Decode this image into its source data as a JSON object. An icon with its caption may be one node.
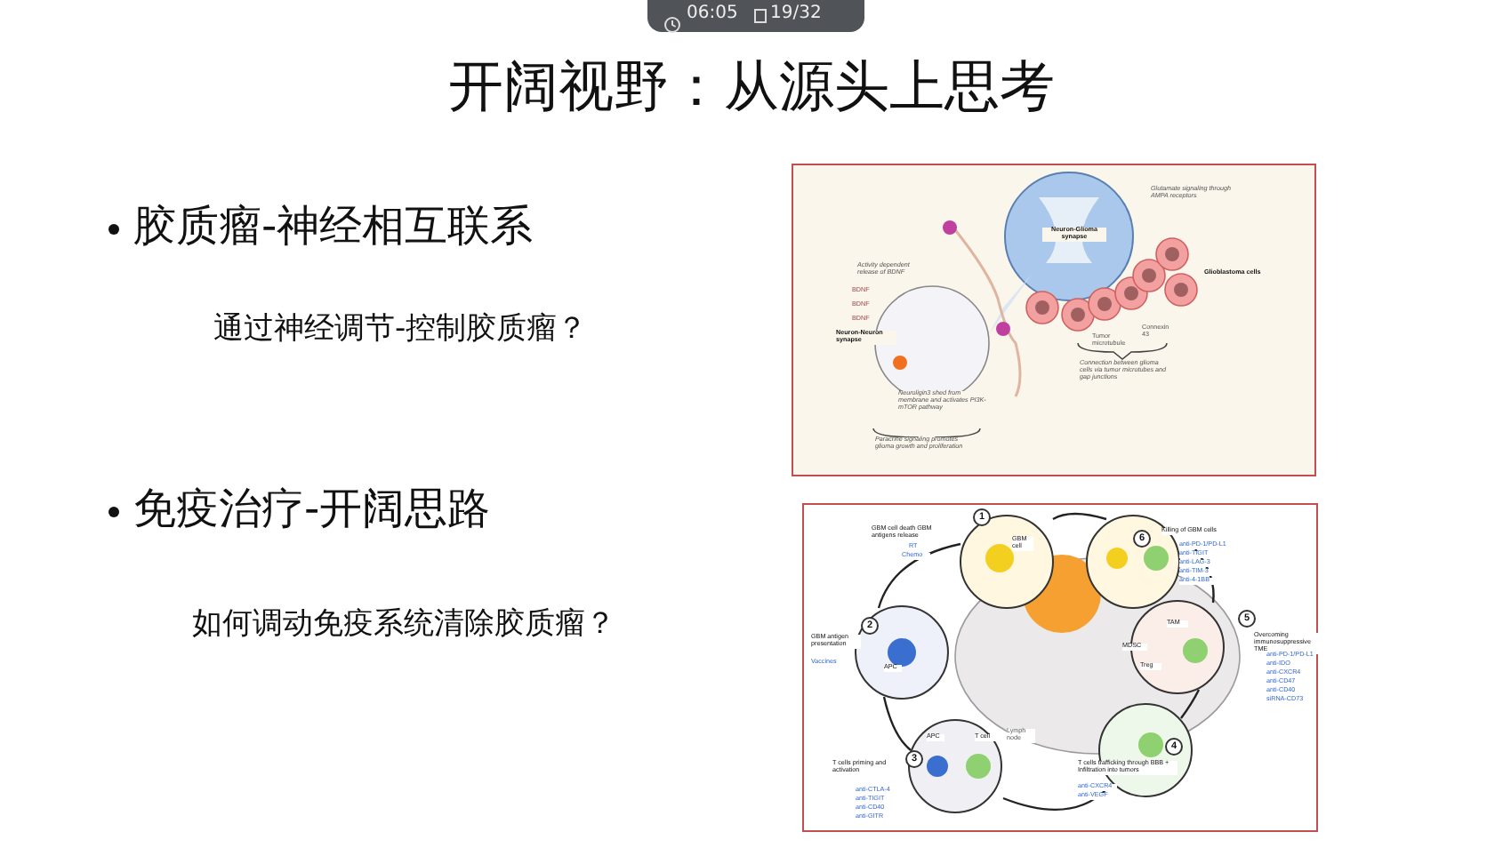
{
  "diagram": {
    "title": "开阔视野：从源头上思考",
    "nodes": [
      {
        "text": [],
        "shape": "picture"
      },
      {
        "text": [],
        "shape": "picture"
      }
    ],
    "labels": [
      "06:05",
      "19/32",
      "胶质瘤-神经相互联系",
      "通过神经调节-控制胶质瘤？",
      "免疫治疗-开阔思路",
      "如何调动免疫系统清除胶质瘤？",
      "Glutamate signaling through AMPA receptors",
      "Neuron-Glioma synapse",
      "Glioblastoma cells",
      "Activity dependent release of BDNF",
      "BDNF",
      "BDNF",
      "BDNF",
      "Neuron-Neuron synapse",
      "Tumor microtubule",
      "Connexin 43",
      "Neuroligin3 shed from membrane and activates PI3K-mTOR pathway",
      "Connection between glioma cells via tumor microtubes and gap junctions",
      "Paracrine signaling promotes glioma growth and proliferation",
      "1",
      "GBM cell death GBM antigens release",
      "RT",
      "Chemo",
      "GBM cell",
      "2",
      "GBM antigen presentation",
      "Vaccines",
      "APC",
      "3",
      "APC",
      "T cell",
      "Lymph node",
      "T cells priming and activation",
      "anti-CTLA-4",
      "anti-TIGIT",
      "anti-CD40",
      "anti-GITR",
      "4",
      "T cells trafficking through BBB + Infiltration into tumors",
      "anti-CXCR4",
      "anti-VEGF",
      "5",
      "Overcoming immunosuppressive TME",
      "anti-PD-1/PD-L1",
      "anti-IDO",
      "anti-CXCR4",
      "anti-CD47",
      "anti-CD40",
      "siRNA-CD73",
      "TAM",
      "MDSC",
      "Treg",
      "6",
      "Killing of GBM cells",
      "anti-PD-1/PD-L1",
      "anti-TIGIT",
      "anti-LAG-3",
      "anti-TIM-3",
      "anti-4-1BB"
    ]
  }
}
